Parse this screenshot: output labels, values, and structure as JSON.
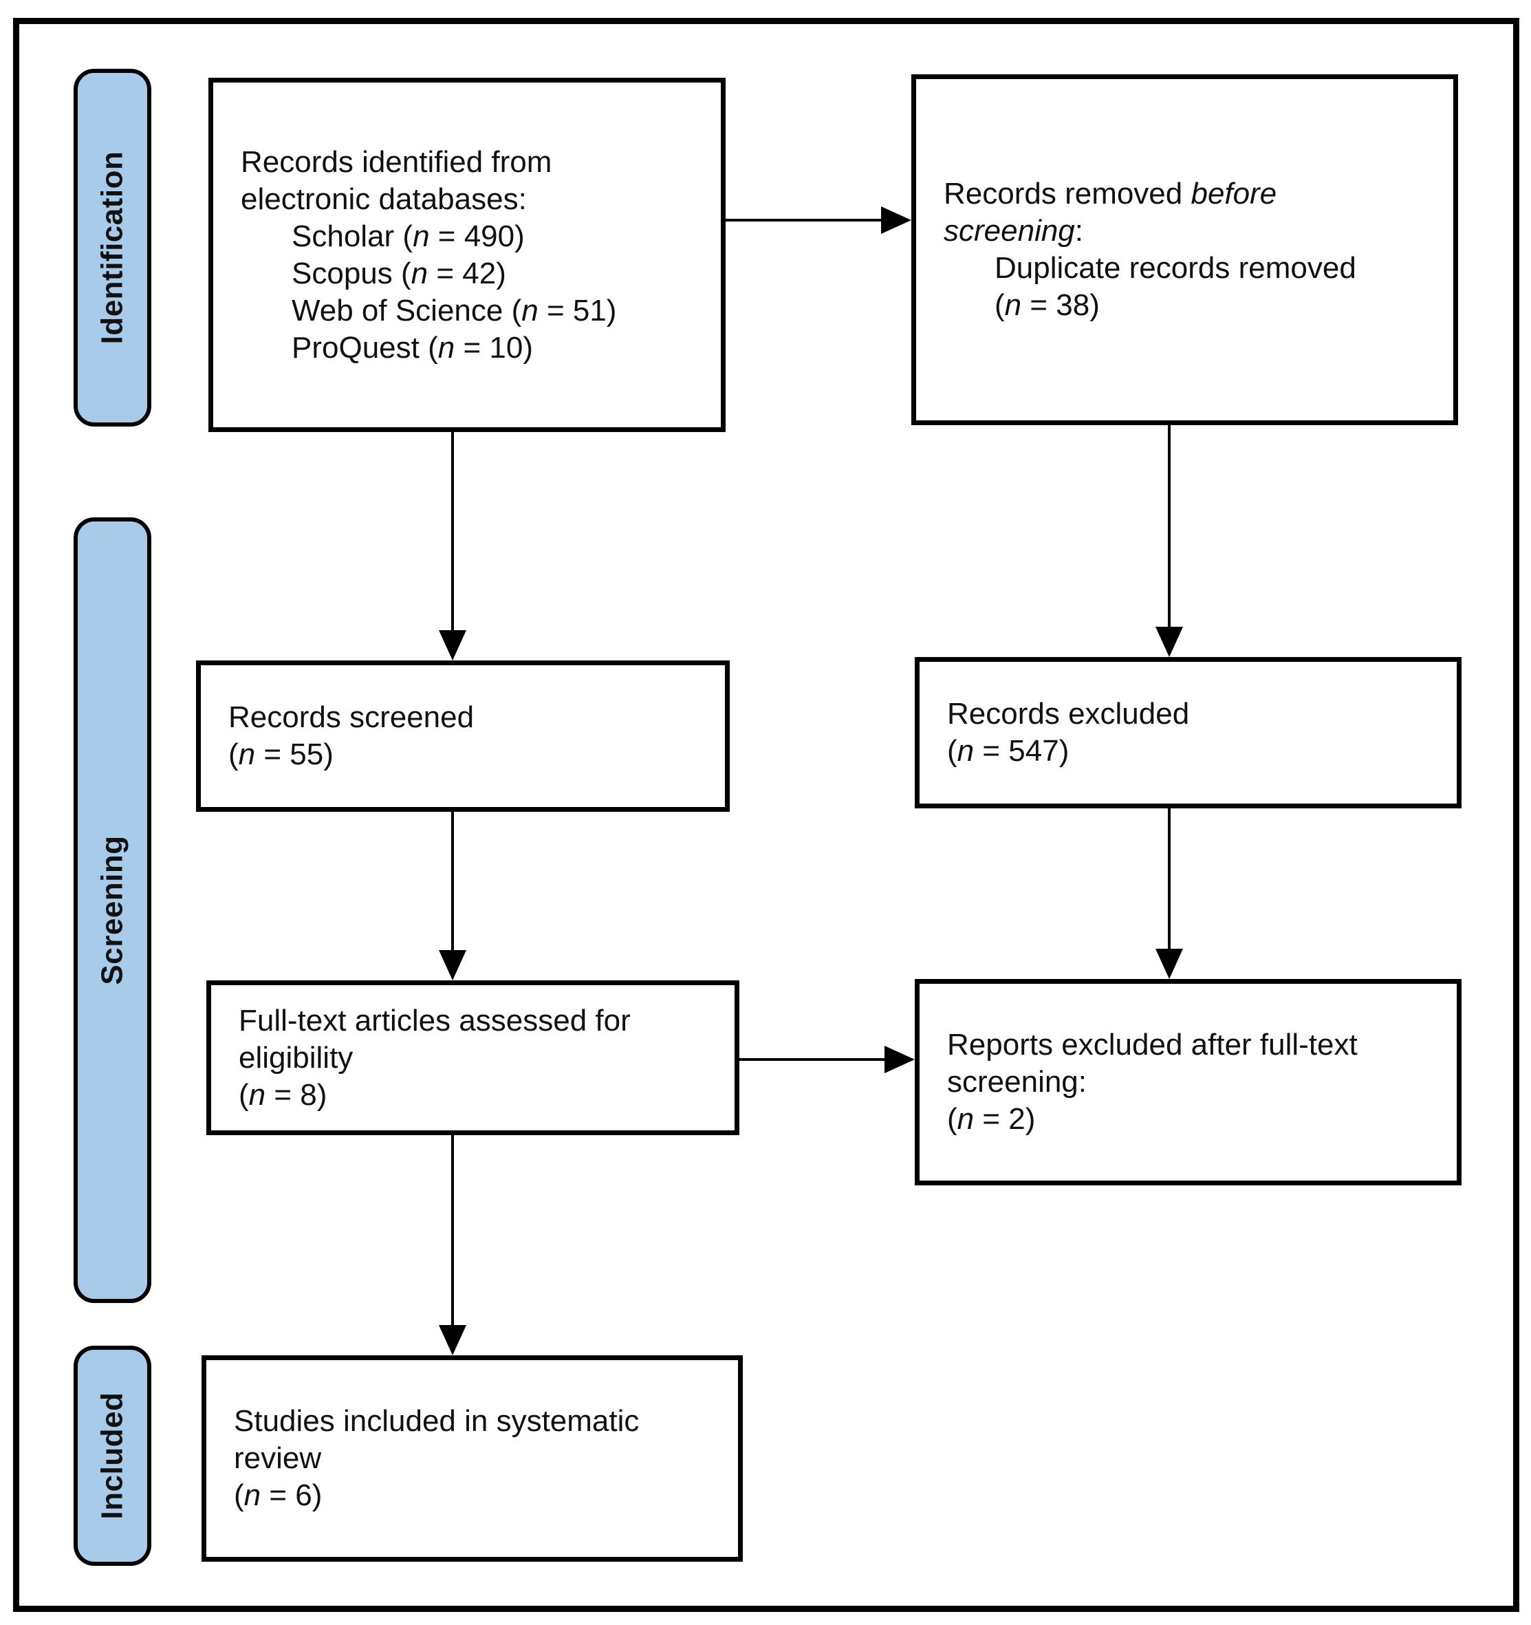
{
  "diagram": {
    "stages": [
      {
        "id": "identification",
        "label": "Identification"
      },
      {
        "id": "screening",
        "label": "Screening"
      },
      {
        "id": "included",
        "label": "Included"
      }
    ],
    "boxes": [
      {
        "id": "records-identified",
        "lines": [
          {
            "segments": [
              {
                "text": "Records identified from"
              }
            ]
          },
          {
            "segments": [
              {
                "text": "electronic databases:"
              }
            ]
          },
          {
            "indent": true,
            "segments": [
              {
                "text": "Scholar ("
              },
              {
                "text": "n",
                "italic": true
              },
              {
                "text": " = 490)"
              }
            ]
          },
          {
            "indent": true,
            "segments": [
              {
                "text": "Scopus ("
              },
              {
                "text": "n",
                "italic": true
              },
              {
                "text": " = 42)"
              }
            ]
          },
          {
            "indent": true,
            "segments": [
              {
                "text": "Web of Science ("
              },
              {
                "text": "n",
                "italic": true
              },
              {
                "text": " = 51)"
              }
            ]
          },
          {
            "indent": true,
            "segments": [
              {
                "text": "ProQuest ("
              },
              {
                "text": "n",
                "italic": true
              },
              {
                "text": " = 10)"
              }
            ]
          }
        ]
      },
      {
        "id": "records-removed",
        "lines": [
          {
            "segments": [
              {
                "text": "Records removed "
              },
              {
                "text": "before",
                "italic": true
              }
            ]
          },
          {
            "segments": [
              {
                "text": "screening",
                "italic": true
              },
              {
                "text": ":"
              }
            ]
          },
          {
            "indent": true,
            "segments": [
              {
                "text": "Duplicate records removed"
              }
            ]
          },
          {
            "indent": true,
            "segments": [
              {
                "text": "("
              },
              {
                "text": "n",
                "italic": true
              },
              {
                "text": " = 38)"
              }
            ]
          }
        ]
      },
      {
        "id": "records-screened",
        "lines": [
          {
            "segments": [
              {
                "text": "Records screened"
              }
            ]
          },
          {
            "segments": [
              {
                "text": "("
              },
              {
                "text": "n",
                "italic": true
              },
              {
                "text": " = 55)"
              }
            ]
          }
        ]
      },
      {
        "id": "records-excluded",
        "lines": [
          {
            "segments": [
              {
                "text": "Records excluded"
              }
            ]
          },
          {
            "segments": [
              {
                "text": "("
              },
              {
                "text": "n",
                "italic": true
              },
              {
                "text": " = 547)"
              }
            ]
          }
        ]
      },
      {
        "id": "full-text-assessed",
        "lines": [
          {
            "segments": [
              {
                "text": "Full-text articles assessed for"
              }
            ]
          },
          {
            "segments": [
              {
                "text": "eligibility"
              }
            ]
          },
          {
            "segments": [
              {
                "text": "("
              },
              {
                "text": "n",
                "italic": true
              },
              {
                "text": " = 8)"
              }
            ]
          }
        ]
      },
      {
        "id": "reports-excluded",
        "lines": [
          {
            "segments": [
              {
                "text": "Reports excluded after full-text"
              }
            ]
          },
          {
            "segments": [
              {
                "text": "screening:"
              }
            ]
          },
          {
            "segments": [
              {
                "text": "("
              },
              {
                "text": "n",
                "italic": true
              },
              {
                "text": " = 2)"
              }
            ]
          }
        ]
      },
      {
        "id": "studies-included",
        "lines": [
          {
            "segments": [
              {
                "text": "Studies included in systematic"
              }
            ]
          },
          {
            "segments": [
              {
                "text": "review"
              }
            ]
          },
          {
            "segments": [
              {
                "text": "("
              },
              {
                "text": "n",
                "italic": true
              },
              {
                "text": " = 6)"
              }
            ]
          }
        ]
      }
    ],
    "connections": [
      {
        "from": "records-identified",
        "to": "records-removed"
      },
      {
        "from": "records-identified",
        "to": "records-screened"
      },
      {
        "from": "records-removed",
        "to": "records-excluded"
      },
      {
        "from": "records-screened",
        "to": "full-text-assessed"
      },
      {
        "from": "records-excluded",
        "to": "reports-excluded"
      },
      {
        "from": "full-text-assessed",
        "to": "reports-excluded"
      },
      {
        "from": "full-text-assessed",
        "to": "studies-included"
      }
    ],
    "colors": {
      "stage_fill": "#a8cbea",
      "box_fill": "#ffffff",
      "border": "#000000",
      "text": "#111111"
    }
  }
}
